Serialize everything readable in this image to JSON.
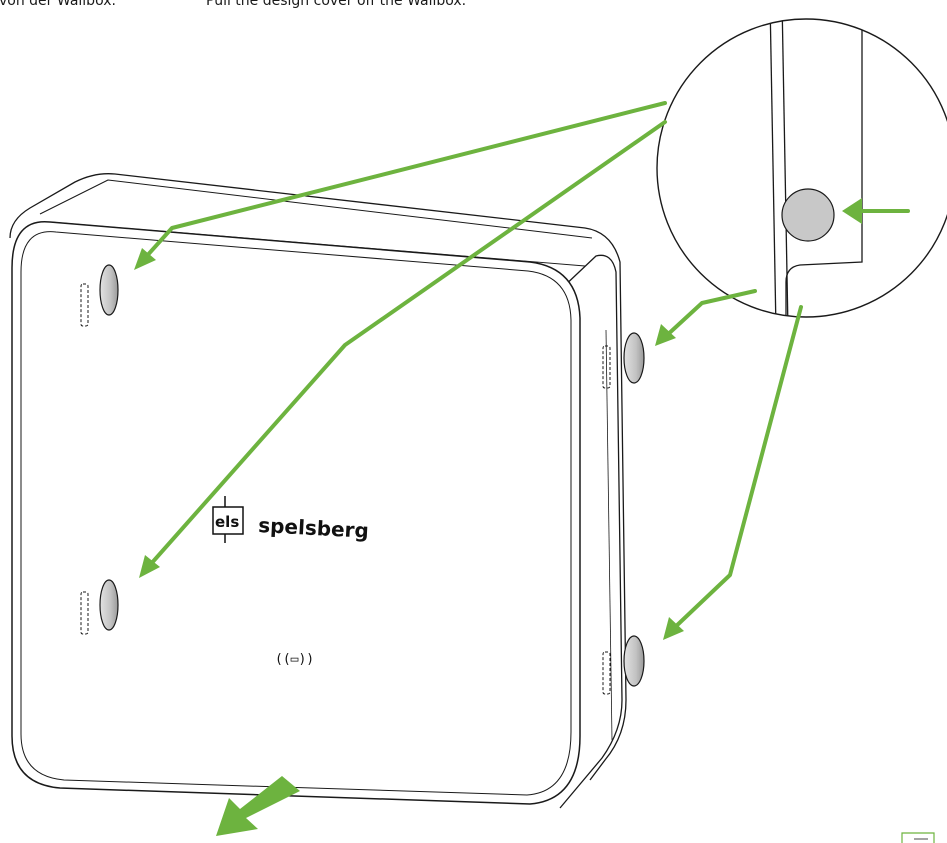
{
  "captions": {
    "german": "von der Wallbox.",
    "english": "Pull the design cover off the Wallbox."
  },
  "logo": {
    "mark_text": "els",
    "brand_text": "spelsberg"
  },
  "rfid_symbol_text": "((▭))",
  "colors": {
    "arrow_green": "#6DB33F",
    "outline": "#1a1a1a",
    "screw_gray": "#c8c8c8",
    "background": "#ffffff"
  },
  "icons": {
    "rfid": "contactless-reader-icon",
    "pull_direction": "arrow-down-left-icon",
    "detail_callout": "magnifier-detail-circle"
  }
}
